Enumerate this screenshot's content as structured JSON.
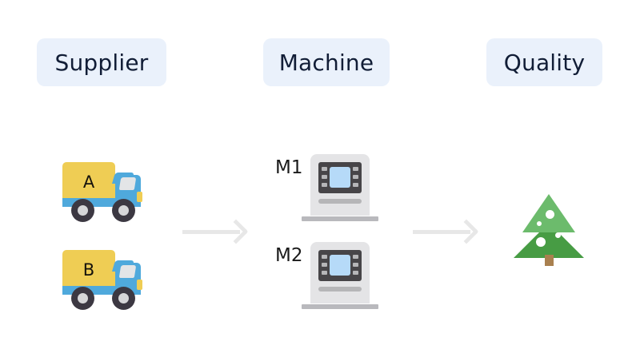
{
  "diagram": {
    "title_row": {
      "columns": [
        {
          "id": "supplier",
          "label": "Supplier"
        },
        {
          "id": "machine",
          "label": "Machine"
        },
        {
          "id": "quality",
          "label": "Quality"
        }
      ]
    },
    "suppliers": [
      {
        "id": "supplier-a",
        "label": "A",
        "icon": "truck-icon"
      },
      {
        "id": "supplier-b",
        "label": "B",
        "icon": "truck-icon"
      }
    ],
    "machines": [
      {
        "id": "machine-m1",
        "label": "M1",
        "icon": "machine-icon"
      },
      {
        "id": "machine-m2",
        "label": "M2",
        "icon": "machine-icon"
      }
    ],
    "quality": {
      "id": "quality-tree",
      "icon": "tree-icon"
    },
    "arrows": [
      {
        "id": "arrow-supplier-to-machine",
        "icon": "arrow-right-icon"
      },
      {
        "id": "arrow-machine-to-quality",
        "icon": "arrow-right-icon"
      }
    ],
    "colors": {
      "badge_background": "#eaf1fb",
      "badge_text": "#111d36",
      "truck_box": "#efcd54",
      "truck_cab": "#4fa9dc",
      "truck_wheel": "#3c3842",
      "machine_body": "#e4e4e6",
      "machine_panel": "#474548",
      "machine_screen": "#b6daf8",
      "tree_top": "#6cbb6c",
      "tree_bottom": "#479c44",
      "tree_trunk": "#a9804f",
      "arrow": "#e7e7e7",
      "page_background": "#ffffff"
    }
  }
}
